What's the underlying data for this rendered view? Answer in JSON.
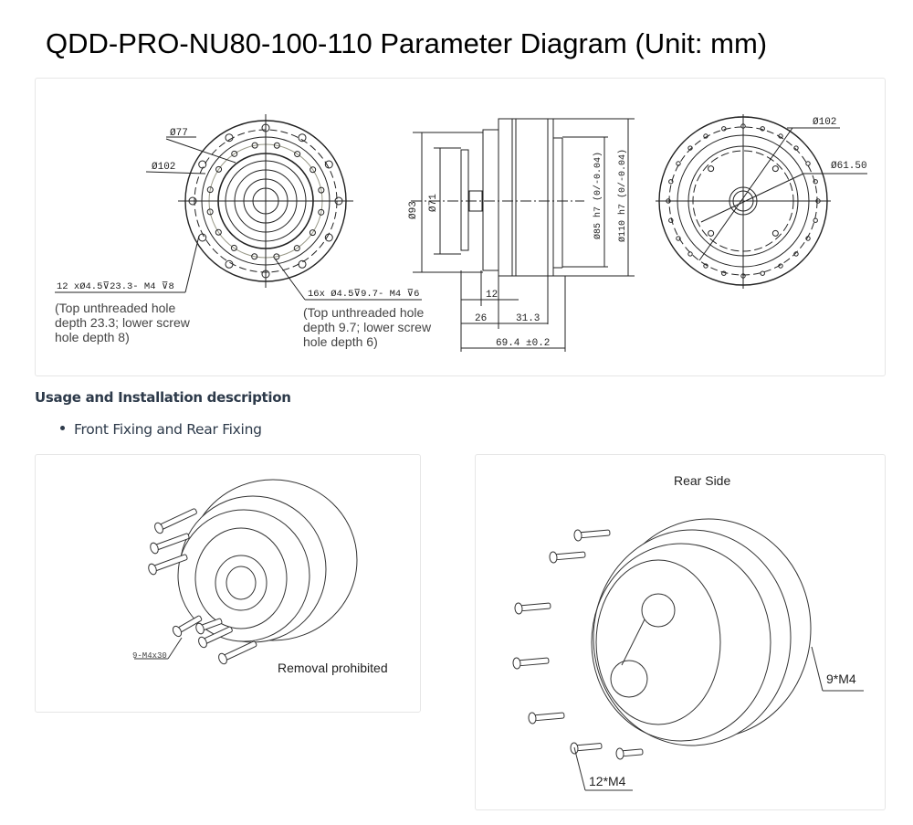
{
  "title": "QDD-PRO-NU80-100-110 Parameter Diagram (Unit: mm)",
  "diagram": {
    "front": {
      "d77": "Ø77",
      "d102": "Ø102",
      "callout_left": "12 xØ4.5⊽23.3- M4 ⊽8",
      "note_left": [
        "(Top unthreaded hole",
        "depth 23.3; lower screw",
        "hole depth 8)"
      ],
      "callout_right": "16x Ø4.5⊽9.7- M4 ⊽6",
      "note_right": [
        "(Top unthreaded hole",
        "depth 9.7; lower screw",
        "hole depth 6)"
      ]
    },
    "side": {
      "d93": "Ø93",
      "d71": "Ø71",
      "d85": "Ø85 h7 (0/-0.04)",
      "d110": "Ø110 h7 (0/-0.04)",
      "l12": "12",
      "l26": "26",
      "l313": "31.3",
      "total": "69.4 ±0.2"
    },
    "rear": {
      "d102": "Ø102",
      "d6150": "Ø61.50"
    }
  },
  "section_heading": "Usage and Installation description",
  "bullets": [
    "Front Fixing and Rear Fixing"
  ],
  "front_fix": {
    "screw_label": "9-M4x30",
    "warning": "Removal prohibited"
  },
  "rear_fix": {
    "title": "Rear Side",
    "label_9": "9*M4",
    "label_12": "12*M4"
  }
}
